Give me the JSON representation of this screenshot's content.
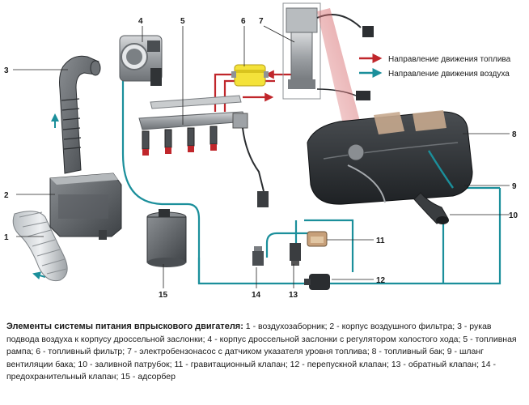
{
  "legend": {
    "fuel_label": "Направление движения топлива",
    "air_label": "Направление движения воздуха",
    "fuel_color": "#c0262b",
    "air_color": "#1b8f9b"
  },
  "callouts": [
    "1",
    "2",
    "3",
    "4",
    "5",
    "6",
    "7",
    "8",
    "9",
    "10",
    "11",
    "12",
    "13",
    "14",
    "15"
  ],
  "caption": {
    "title": "Элементы системы питания впрыскового двигателя:",
    "body": " 1 - воздухозаборник; 2 - корпус воздушного фильтра; 3 - рукав подвода воздуха к корпусу дроссельной заслонки; 4 - корпус дроссельной заслонки с регулятором холостого хода; 5 - топливная рампа; 6 - топливный фильтр; 7 - электробензонасос с датчиком указателя уровня топлива; 8 - топливный бак; 9 - шланг вентиляции бака; 10 - заливной патрубок; 11 - гравитационный клапан; 12 - перепускной клапан; 13 - обратный клапан; 14 - предохранительный клапан; 15 - адсорбер"
  }
}
